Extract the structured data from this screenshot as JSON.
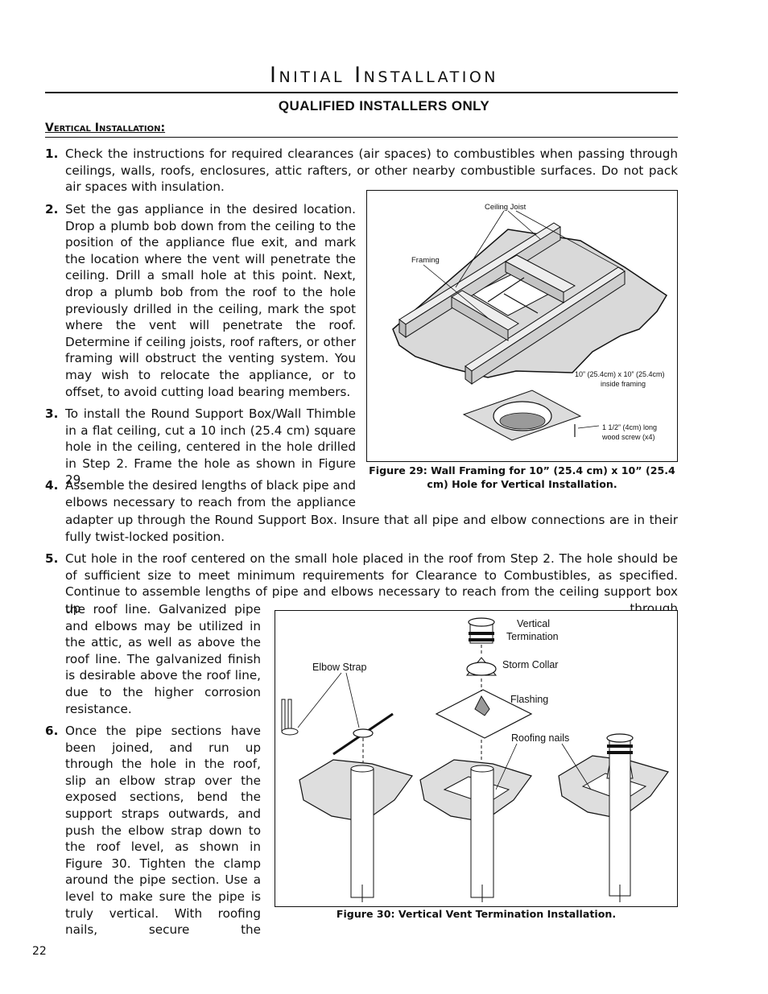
{
  "header": {
    "title": "Initial Installation",
    "subtitle": "QUALIFIED INSTALLERS ONLY",
    "section": "Vertical Installation:"
  },
  "steps": [
    {
      "num": "1.",
      "text": "Check the instructions for required clearances (air spaces) to combustibles when passing through ceilings, walls, roofs, enclosures, attic rafters, or other nearby combustible surfaces. Do not pack air spaces with insulation."
    },
    {
      "num": "2.",
      "text": "Set the gas appliance in the desired location. Drop a plumb bob down from the ceiling to the position of the appliance flue exit, and mark the location where the vent will penetrate the ceiling. Drill a small hole at this point. Next, drop a plumb bob from the roof to the hole previously drilled in the ceiling, mark the spot where the vent will penetrate the roof. Determine if ceiling joists, roof rafters, or other framing will obstruct the venting system. You may wish to relocate the appliance, or to offset, to avoid cutting load bearing members."
    },
    {
      "num": "3.",
      "text": "To install the Round Support Box/Wall Thimble in a flat ceiling, cut a 10 inch (25.4 cm) square hole in the ceiling, centered in the hole drilled in Step 2. Frame the hole as shown in Figure 29."
    },
    {
      "num": "4.",
      "text_a": "Assemble the desired lengths of black pipe and elbows necessary to reach from the appliance",
      "text_b": "adapter up through the Round Support Box. Insure that all pipe and elbow connections are in their fully twist-locked position."
    },
    {
      "num": "5.",
      "text_a": "Cut hole in the roof centered on the small hole placed in the roof from Step 2. The hole should be of sufficient size to meet minimum requirements for Clearance to Combustibles, as specified. Continue to assemble lengths of pipe and elbows necessary to reach from the ceiling support box up through",
      "text_b": "the roof line. Galvanized pipe and elbows may be utilized in the attic, as well as above the roof line. The galvanized finish is desirable above the roof line, due to the higher corrosion resistance."
    },
    {
      "num": "6.",
      "text": "Once the pipe sections have been joined, and run up through the hole in the roof, slip an elbow strap over the exposed sections, bend the support straps outwards, and push the elbow strap down to the roof level, as shown in Figure 30. Tighten the clamp around the pipe section. Use a level to make sure the pipe is truly vertical. With roofing nails, secure the"
    }
  ],
  "figure29": {
    "caption": "Figure 29: Wall Framing for 10” (25.4 cm) x 10” (25.4 cm) Hole for Vertical Installation.",
    "labels": {
      "ceiling_joist": "Ceiling Joist",
      "framing": "Framing",
      "size_1": "10” (25.4cm) x 10” (25.4cm)",
      "size_2": "inside framing",
      "screw_1": "1 1/2” (4cm) long",
      "screw_2": "wood screw (x4)"
    }
  },
  "figure30": {
    "caption": "Figure 30: Vertical Vent Termination Installation.",
    "labels": {
      "vertical_1": "Vertical",
      "vertical_2": "Termination",
      "elbow_strap": "Elbow Strap",
      "storm_collar": "Storm Collar",
      "flashing": "Flashing",
      "roofing_nails": "Roofing nails"
    }
  },
  "page_number": "22"
}
